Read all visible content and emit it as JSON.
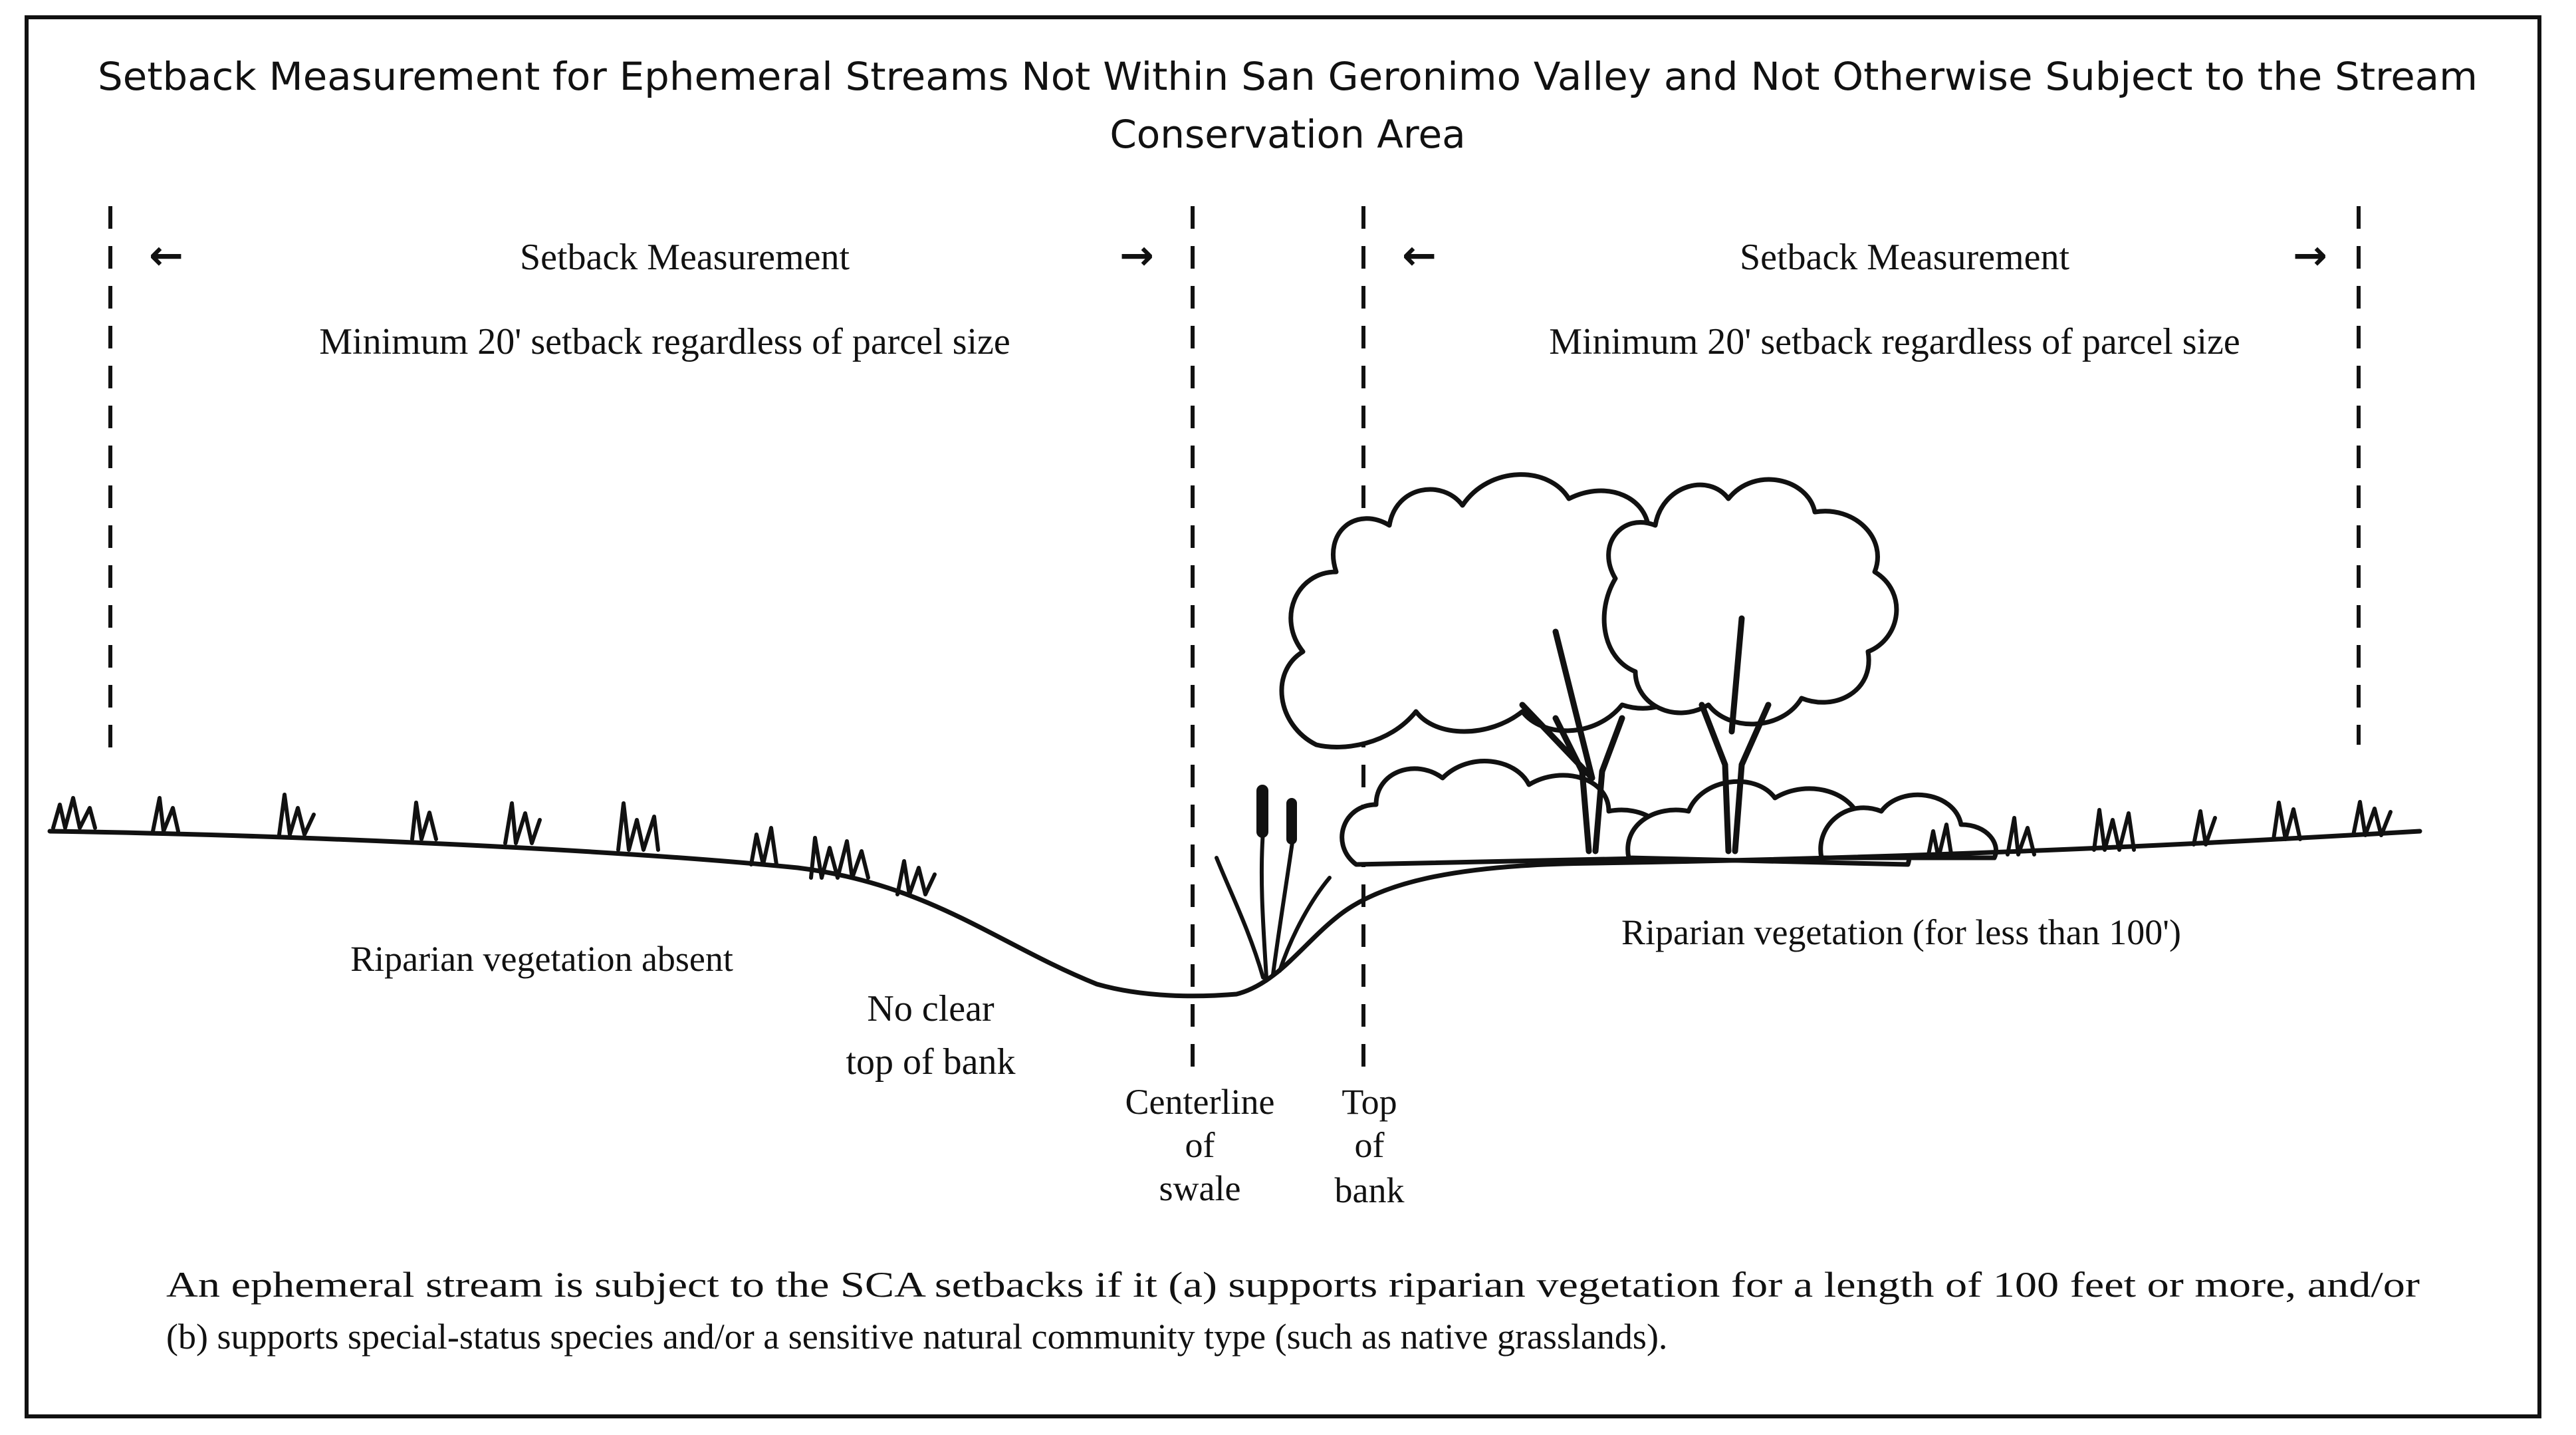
{
  "title": {
    "line1": "Setback Measurement for Ephemeral Streams Not Within San Geronimo Valley and Not Otherwise Subject to the Stream",
    "line2": "Conservation Area"
  },
  "left_zone": {
    "heading": "Setback Measurement",
    "subheading": "Minimum 20' setback regardless of parcel size",
    "arrow_left_icon": "←",
    "arrow_right_icon": "→",
    "vegetation_label": "Riparian vegetation absent",
    "bank_label_line1": "No clear",
    "bank_label_line2": "top of bank"
  },
  "right_zone": {
    "heading": "Setback Measurement",
    "subheading": "Minimum 20' setback regardless of parcel size",
    "arrow_left_icon": "←",
    "arrow_right_icon": "→",
    "vegetation_label": "Riparian vegetation (for less than 100')"
  },
  "markers": {
    "centerline": [
      "Centerline",
      "of",
      "swale"
    ],
    "top_of_bank": [
      "Top",
      "of",
      "bank"
    ]
  },
  "caption": {
    "line1": "An ephemeral stream is subject to the SCA setbacks if it (a) supports riparian vegetation for a length of 100 feet or more, and/or",
    "line2": "(b) supports special-status species and/or a sensitive natural community type (such as native grasslands)."
  },
  "colors": {
    "ink": "#111111",
    "background": "#ffffff"
  }
}
